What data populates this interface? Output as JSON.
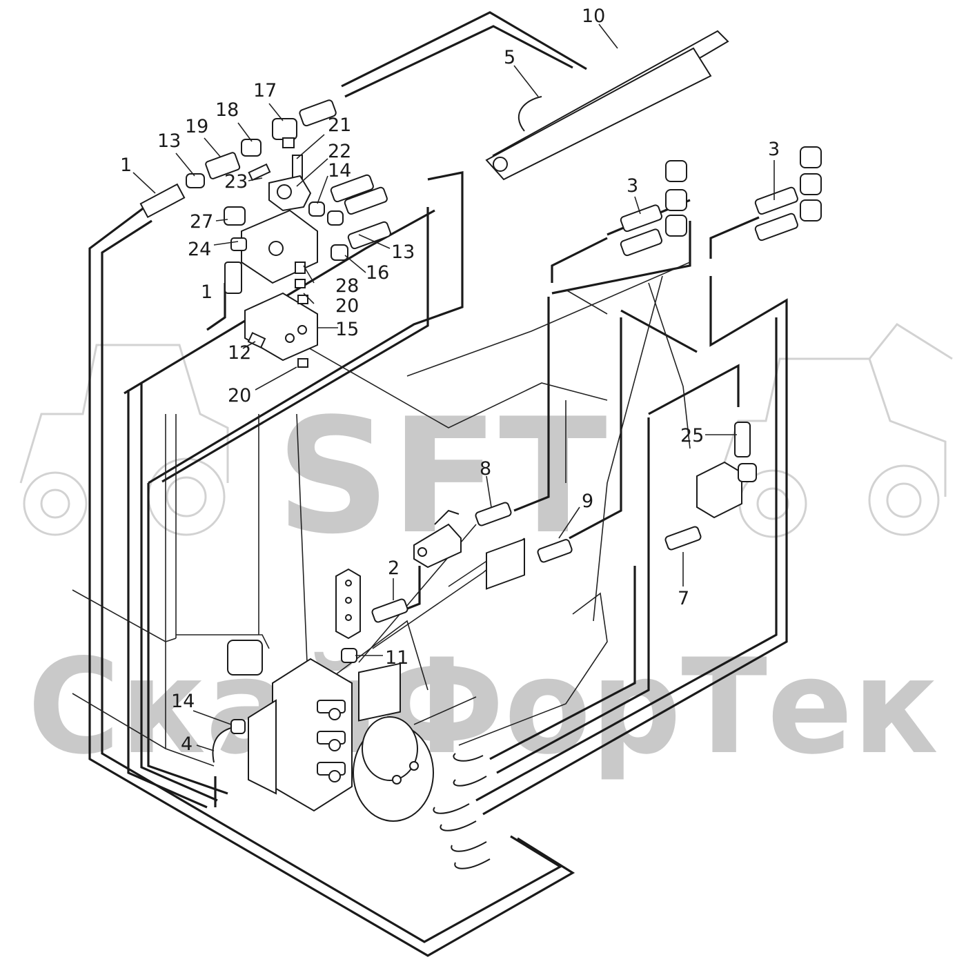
{
  "watermark": {
    "logo_text": "SFT",
    "brand_text": "СкайФорТек",
    "color": "#c9c9c9"
  },
  "diagram": {
    "line_color": "#1a1a1a",
    "labels": [
      "1",
      "13",
      "19",
      "18",
      "17",
      "21",
      "22",
      "14",
      "23",
      "27",
      "24",
      "1",
      "28",
      "20",
      "15",
      "12",
      "20",
      "16",
      "13",
      "10",
      "5",
      "3",
      "3",
      "25",
      "8",
      "9",
      "2",
      "11",
      "7",
      "14",
      "4"
    ]
  }
}
